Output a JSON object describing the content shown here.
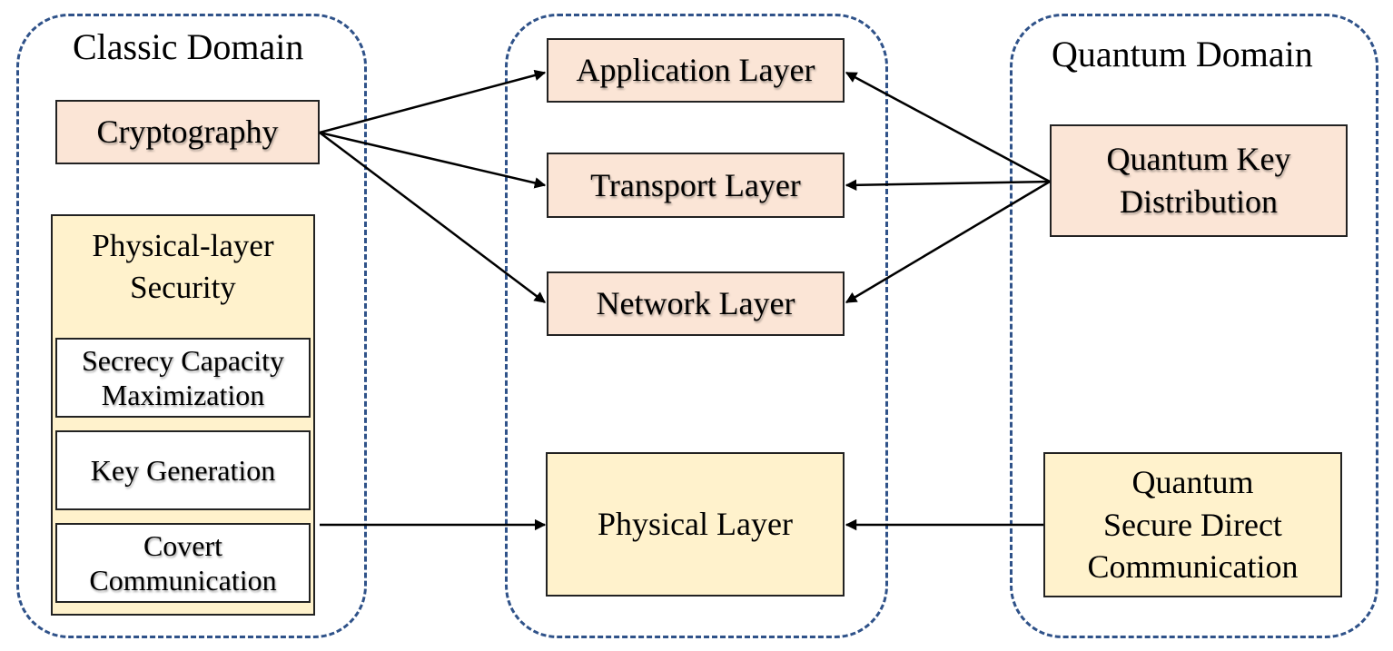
{
  "domains": {
    "classic": {
      "title": "Classic Domain"
    },
    "quantum": {
      "title": "Quantum Domain"
    }
  },
  "classic": {
    "cryptography": "Cryptography",
    "physical_security": {
      "title": "Physical-layer\nSecurity",
      "items": [
        "Secrecy Capacity\nMaximization",
        "Key Generation",
        "Covert\nCommunication"
      ]
    }
  },
  "layers": {
    "application": "Application Layer",
    "transport": "Transport Layer",
    "network": "Network Layer",
    "physical": "Physical Layer"
  },
  "quantum": {
    "qkd": "Quantum Key\nDistribution",
    "qsdc": "Quantum\nSecure Direct\nCommunication"
  },
  "colors": {
    "region_border": "#2f5289",
    "pink_fill": "#fbe5d6",
    "cream_fill": "#fff2cc"
  }
}
